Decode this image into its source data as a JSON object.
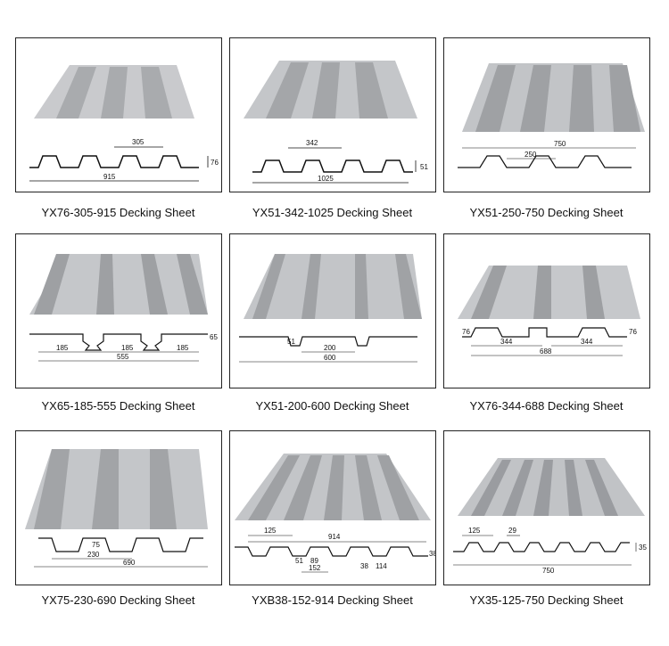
{
  "products": [
    {
      "caption": "YX76-305-915 Decking Sheet",
      "dims": [
        "305",
        "915",
        "76"
      ]
    },
    {
      "caption": "YX51-342-1025 Decking Sheet",
      "dims": [
        "342",
        "1025",
        "51"
      ]
    },
    {
      "caption": "YX51-250-750 Decking Sheet",
      "dims": [
        "750",
        "250"
      ]
    },
    {
      "caption": "YX65-185-555 Decking Sheet",
      "dims": [
        "185",
        "185",
        "185",
        "555",
        "65"
      ]
    },
    {
      "caption": "YX51-200-600 Decking Sheet",
      "dims": [
        "200",
        "600",
        "51"
      ]
    },
    {
      "caption": "YX76-344-688 Decking Sheet",
      "dims": [
        "344",
        "344",
        "688",
        "76",
        "76"
      ]
    },
    {
      "caption": "YX75-230-690 Decking Sheet",
      "dims": [
        "230",
        "690",
        "75"
      ]
    },
    {
      "caption": "YXB38-152-914 Decking Sheet",
      "dims": [
        "125",
        "914",
        "51",
        "89",
        "152",
        "38",
        "114",
        "38"
      ]
    },
    {
      "caption": "YX35-125-750  Decking Sheet",
      "dims": [
        "125",
        "29",
        "750",
        "35"
      ]
    }
  ],
  "colors": {
    "border": "#222222",
    "metal_light": "#d9dadc",
    "metal_mid": "#b5b7ba",
    "metal_dark": "#8a8c90"
  }
}
